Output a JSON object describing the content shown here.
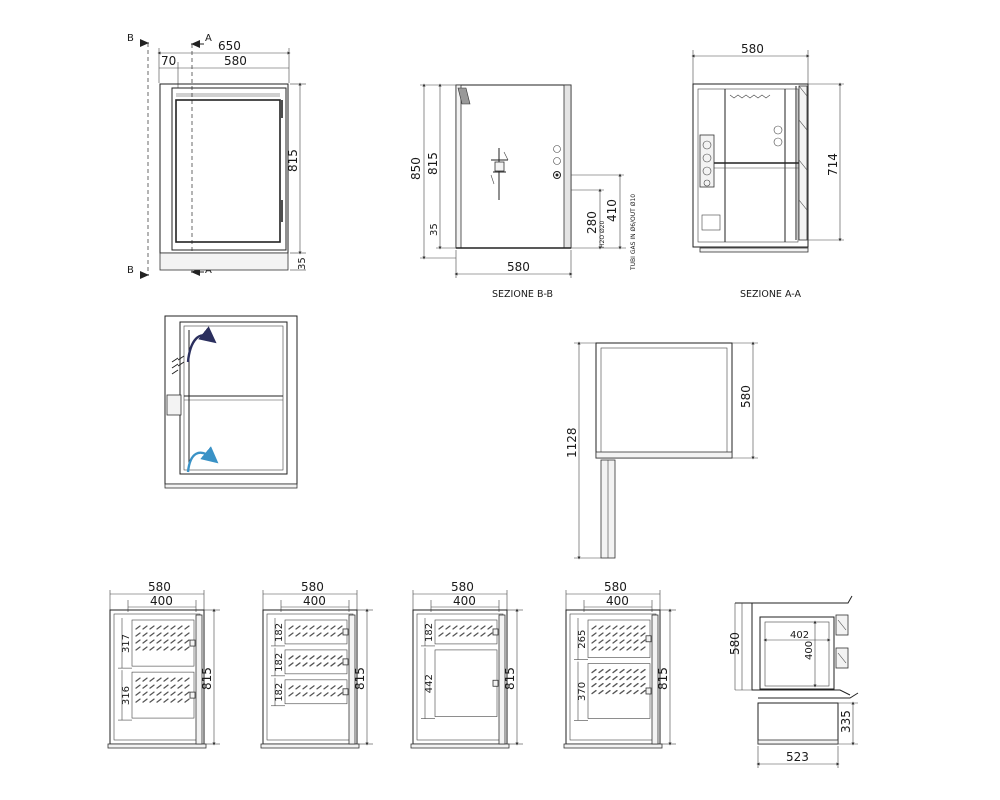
{
  "front_view": {
    "section_b": "B",
    "section_a": "A",
    "width_total": "650",
    "offset": "70",
    "width_inner": "580",
    "height": "815",
    "base": "35"
  },
  "section_bb": {
    "caption": "SEZIONE B-B",
    "height_total": "850",
    "height_body": "815",
    "base": "35",
    "h2o": "280",
    "gas": "410",
    "h2o_label": "H2O Ø20",
    "gas_label": "TUBI GAS IN Ø6/OUT Ø10",
    "width": "580"
  },
  "section_aa": {
    "caption": "SEZIONE A-A",
    "width": "580",
    "height": "714"
  },
  "top_view": {
    "depth": "580",
    "open_depth": "1128"
  },
  "drawer_views": [
    {
      "width": "580",
      "inner": "400",
      "height": "815",
      "parts": [
        "317",
        "316"
      ]
    },
    {
      "width": "580",
      "inner": "400",
      "height": "815",
      "parts": [
        "182",
        "182",
        "182"
      ]
    },
    {
      "width": "580",
      "inner": "400",
      "height": "815",
      "parts": [
        "182",
        "442"
      ]
    },
    {
      "width": "580",
      "inner": "400",
      "height": "815",
      "parts": [
        "265",
        "370"
      ]
    }
  ],
  "shelf_detail": {
    "depth": "580",
    "inner_w": "402",
    "inner_h": "400",
    "height": "335",
    "width": "523"
  }
}
